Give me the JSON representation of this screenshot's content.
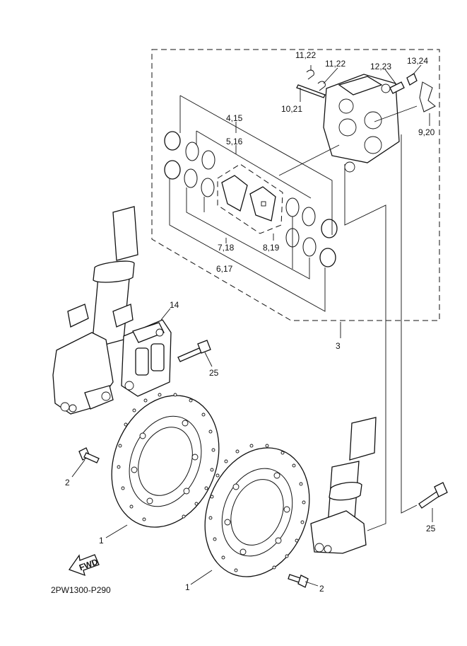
{
  "diagram_code": "2PW1300-P290",
  "fwd_label": "FWD",
  "callouts": {
    "c1a": "1",
    "c1b": "1",
    "c2a": "2",
    "c2b": "2",
    "c3": "3",
    "c4_15": "4,15",
    "c5_16": "5,16",
    "c6_17": "6,17",
    "c7_18": "7,18",
    "c8_19": "8,19",
    "c9_20": "9,20",
    "c10_21": "10,21",
    "c11_22a": "11,22",
    "c11_22b": "11,22",
    "c12_23": "12,23",
    "c13_24": "13,24",
    "c14": "14",
    "c25a": "25",
    "c25b": "25"
  }
}
